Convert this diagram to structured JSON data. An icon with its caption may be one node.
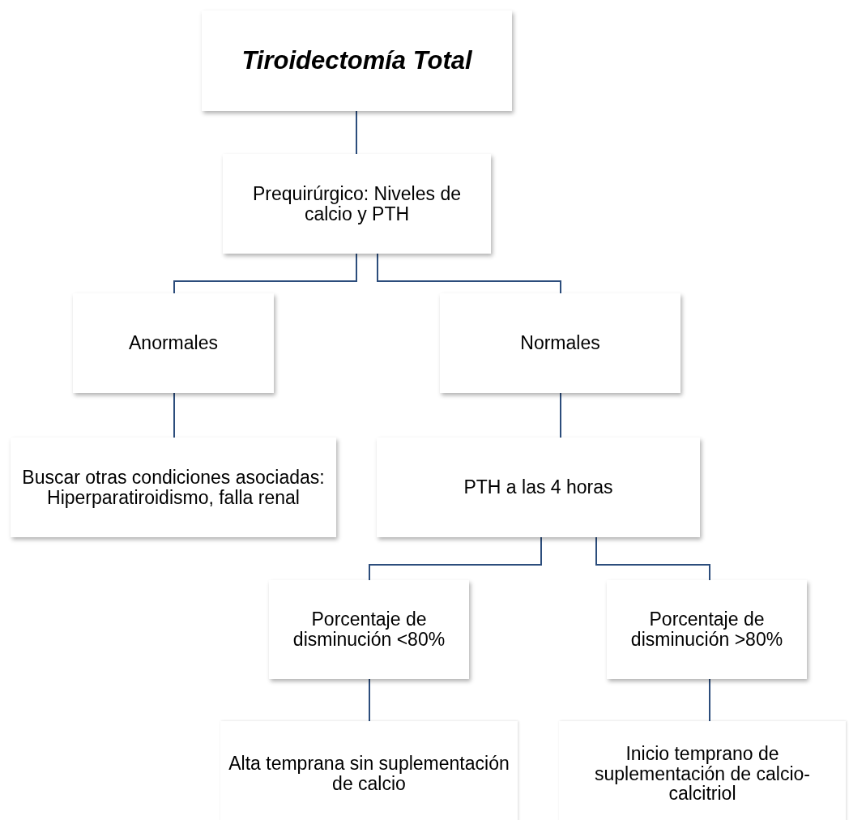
{
  "diagram": {
    "nodes": [
      {
        "text": [
          "Tiroidectomía Total"
        ]
      },
      {
        "text": [
          "Prequirúrgico: Niveles de calcio y PTH"
        ]
      },
      {
        "text": [
          "Anormales"
        ]
      },
      {
        "text": [
          "Normales"
        ]
      },
      {
        "text": [
          "Buscar otras condiciones asociadas: Hiperparatiroidismo, falla renal"
        ]
      },
      {
        "text": [
          "PTH a las 4 horas"
        ]
      },
      {
        "text": [
          "Porcentaje de disminución <80%"
        ]
      },
      {
        "text": [
          "Porcentaje de disminución >80%"
        ]
      },
      {
        "text": [
          "Alta temprana sin suplementación de calcio"
        ]
      },
      {
        "text": [
          "Inicio temprano de suplementación de calcio-calcitriol"
        ]
      }
    ],
    "edges": [
      {
        "from": 0,
        "to": 1,
        "arrow": "none"
      },
      {
        "from": 1,
        "to": 2,
        "arrow": "none"
      },
      {
        "from": 1,
        "to": 3,
        "arrow": "none"
      },
      {
        "from": 2,
        "to": 4,
        "arrow": "none"
      },
      {
        "from": 3,
        "to": 5,
        "arrow": "none"
      },
      {
        "from": 5,
        "to": 6,
        "arrow": "none"
      },
      {
        "from": 5,
        "to": 7,
        "arrow": "none"
      },
      {
        "from": 6,
        "to": 8,
        "arrow": "none"
      },
      {
        "from": 7,
        "to": 9,
        "arrow": "none"
      }
    ]
  }
}
